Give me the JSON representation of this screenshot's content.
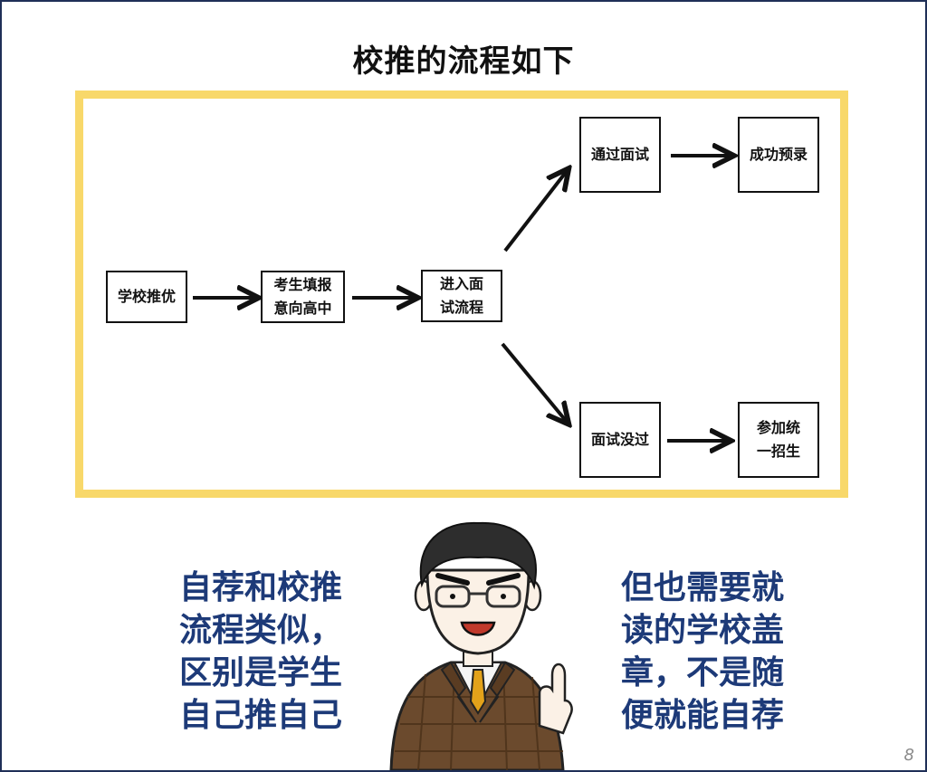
{
  "title": "校推的流程如下",
  "flow": {
    "nodes": {
      "school_recommend": [
        "学校推优"
      ],
      "fill_intention": [
        "考生填报",
        "意向高中"
      ],
      "enter_interview": [
        "进入面",
        "试流程"
      ],
      "pass_interview": [
        "通过面试"
      ],
      "admitted": [
        "成功预录"
      ],
      "fail_interview": [
        "面试没过"
      ],
      "unified_exam": [
        "参加统",
        "一招生"
      ]
    },
    "frame_color": "#f8d86a"
  },
  "captions": {
    "left": [
      "自荐和校推",
      "流程类似，",
      "区别是学生",
      "自己推自己"
    ],
    "right": [
      "但也需要就",
      "读的学校盖",
      "章，不是随",
      "便就能自荐"
    ],
    "color": "#1d3a78"
  },
  "illustration": "teacher-pointing-finger",
  "page_number": "8"
}
